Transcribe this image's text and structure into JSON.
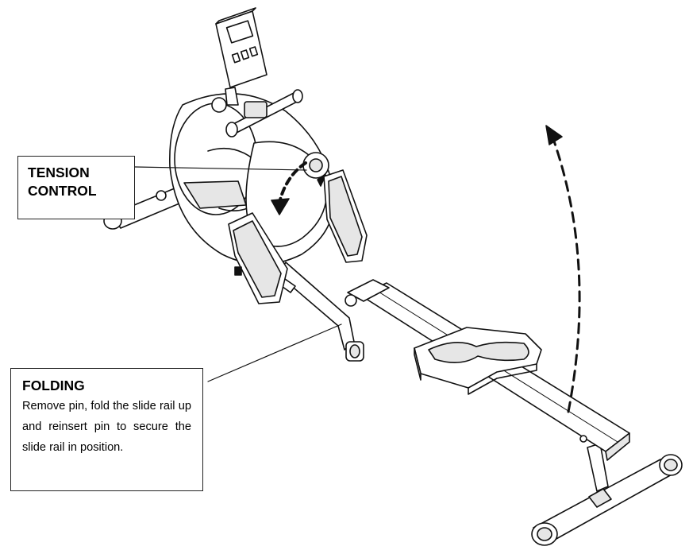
{
  "tension_label": {
    "line1": "TENSION",
    "line2": "CONTROL"
  },
  "folding_label": {
    "title": "FOLDING",
    "text": "Remove pin, fold the slide rail up and reinsert pin to secure the slide rail in position."
  },
  "icons": {
    "machine": "rowing-machine-illustration",
    "fold_arrow": "curved-dashed-arrow-up-icon",
    "tension_arrow": "curved-dashed-arrow-down-icon"
  },
  "colors": {
    "line": "#111111",
    "fill": "#ffffff",
    "shade": "#e6e6e6"
  }
}
